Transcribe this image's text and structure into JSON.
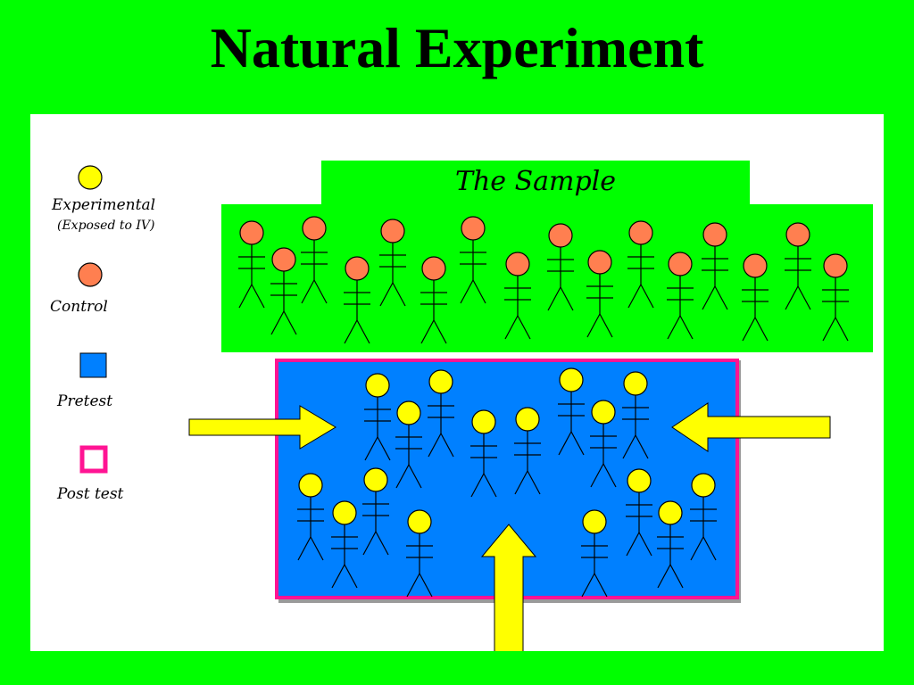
{
  "slide": {
    "title": "Natural Experiment",
    "background_color": "#00ff00"
  },
  "legend": {
    "experimental_label": "Experimental",
    "experimental_sub_label": "(Exposed to IV)",
    "control_label": "Control",
    "pretest_label": "Pretest",
    "posttest_label": "Post test"
  },
  "sample": {
    "title": "The Sample"
  },
  "colors": {
    "experimental": "#ffff00",
    "control": "#ff7f50",
    "pretest": "#0080ff",
    "posttest": "#ff1493",
    "arrow": "#ffff00"
  }
}
